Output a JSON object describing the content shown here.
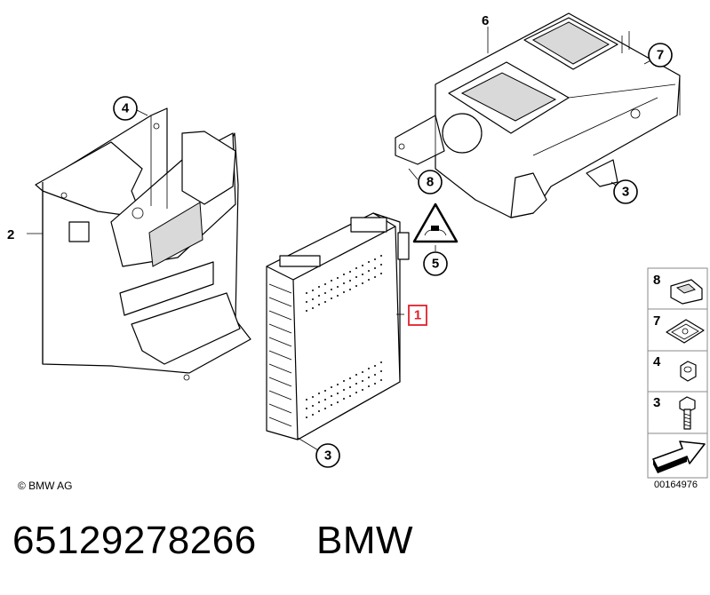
{
  "callouts": {
    "c1": "1",
    "c2": "2",
    "c3a": "3",
    "c3b": "3",
    "c4": "4",
    "c5": "5",
    "c6": "6",
    "c7": "7",
    "c8": "8"
  },
  "legend": [
    {
      "label": "8",
      "icon": "clip-nut-icon"
    },
    {
      "label": "7",
      "icon": "spring-nut-icon"
    },
    {
      "label": "4",
      "icon": "hex-nut-icon"
    },
    {
      "label": "3",
      "icon": "hex-bolt-icon"
    },
    {
      "label": "",
      "icon": "arrow-forward-icon"
    }
  ],
  "copyright": "© BMW AG",
  "figure_number": "00164976",
  "part_number": "65129278266",
  "brand": "BMW",
  "colors": {
    "highlight": "#e0202c",
    "line": "#000000"
  }
}
